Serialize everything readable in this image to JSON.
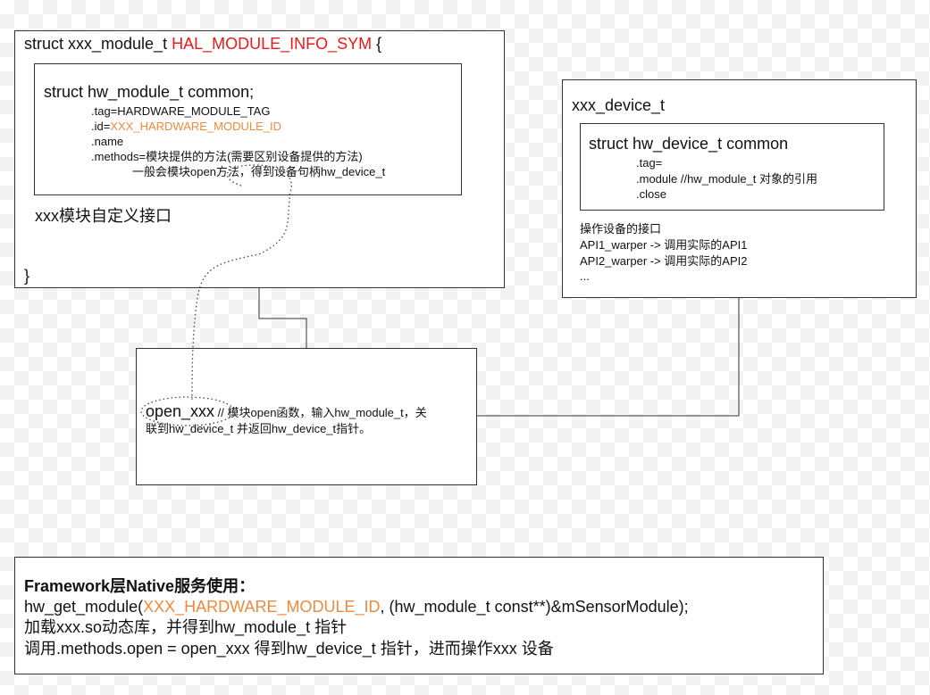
{
  "module_box": {
    "title_prefix": "struct xxx_module_t ",
    "title_symbol": "HAL_MODULE_INFO_SYM",
    "title_suffix": " {",
    "common": {
      "title": "struct hw_module_t common;",
      "tag": ".tag=HARDWARE_MODULE_TAG",
      "id_prefix": ".id=",
      "id_value": "XXX_HARDWARE_MODULE_ID",
      "name": ".name",
      "methods": ".methods=模块提供的方法(需要区别设备提供的方法)",
      "methods_note": "一般会模块open方法，得到设备句柄hw_device_t"
    },
    "custom_interface": "xxx模块自定义接口",
    "closing": "}"
  },
  "device_box": {
    "title": "xxx_device_t",
    "common": {
      "title": "struct hw_device_t common",
      "tag": ".tag=",
      "module": ".module //hw_module_t 对象的引用",
      "close": ".close"
    },
    "ops": [
      "操作设备的接口",
      "API1_warper -> 调用实际的API1",
      "API2_warper -> 调用实际的API2",
      "..."
    ]
  },
  "open_box": {
    "func": "open_xxx",
    "comment_line1": " // 模块open函数，输入hw_module_t，关",
    "comment_line2": "联到hw_device_t 并返回hw_device_t指针。"
  },
  "framework_box": {
    "title": "Framework层Native服务使用：",
    "call_prefix": "hw_get_module(",
    "call_id": "XXX_HARDWARE_MODULE_ID",
    "call_suffix": ", (hw_module_t const**)&mSensorModule);",
    "line2": "加载xxx.so动态库，并得到hw_module_t 指针",
    "line3": "调用.methods.open = open_xxx 得到hw_device_t 指针，进而操作xxx 设备"
  }
}
